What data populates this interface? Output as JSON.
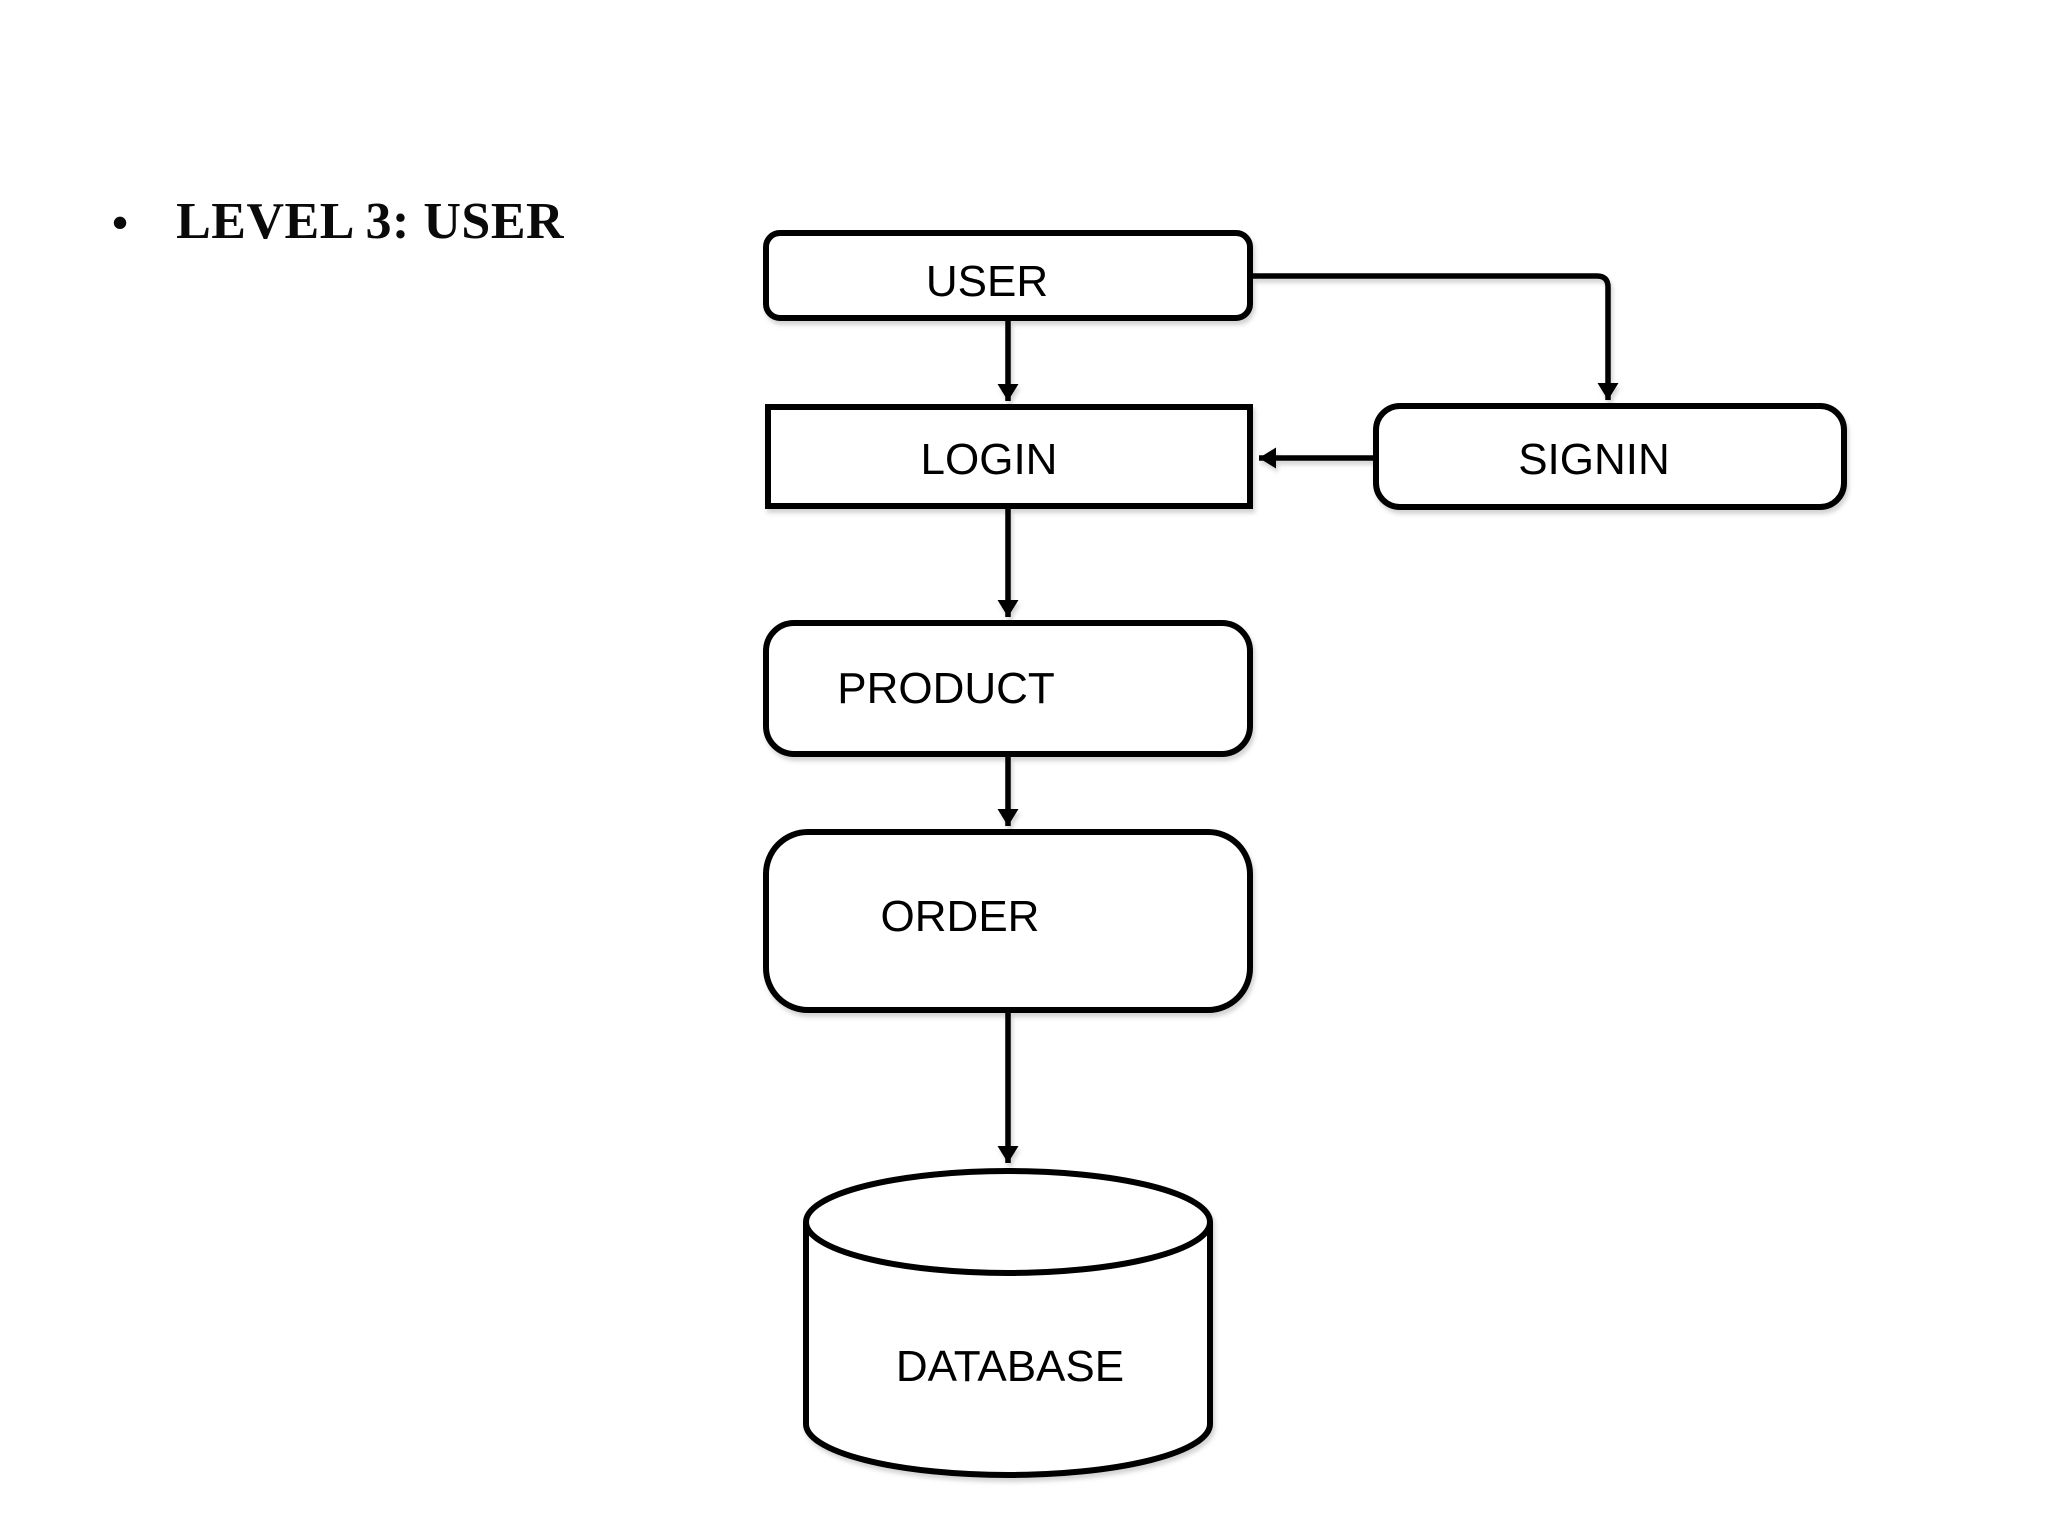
{
  "page": {
    "background_color": "#ffffff"
  },
  "title": {
    "bullet": "•",
    "text": "LEVEL 3: USER"
  },
  "diagram": {
    "stroke_color": "#000000",
    "node_fill_color": "#ffffff",
    "nodes": [
      {
        "id": "user",
        "label": "USER",
        "shape": "rounded-rectangle"
      },
      {
        "id": "login",
        "label": "LOGIN",
        "shape": "rectangle"
      },
      {
        "id": "signin",
        "label": "SIGNIN",
        "shape": "rounded-rectangle"
      },
      {
        "id": "product",
        "label": "PRODUCT",
        "shape": "rounded-rectangle"
      },
      {
        "id": "order",
        "label": "ORDER",
        "shape": "rounded-rectangle"
      },
      {
        "id": "database",
        "label": "DATABASE",
        "shape": "cylinder"
      }
    ],
    "edges": [
      {
        "from": "USER",
        "to": "LOGIN",
        "style": "straight-arrow-down"
      },
      {
        "from": "USER",
        "to": "SIGNIN",
        "style": "elbow-arrow-right-down"
      },
      {
        "from": "SIGNIN",
        "to": "LOGIN",
        "style": "straight-arrow-left"
      },
      {
        "from": "LOGIN",
        "to": "PRODUCT",
        "style": "straight-arrow-down"
      },
      {
        "from": "PRODUCT",
        "to": "ORDER",
        "style": "straight-arrow-down"
      },
      {
        "from": "ORDER",
        "to": "DATABASE",
        "style": "straight-arrow-down"
      }
    ]
  }
}
